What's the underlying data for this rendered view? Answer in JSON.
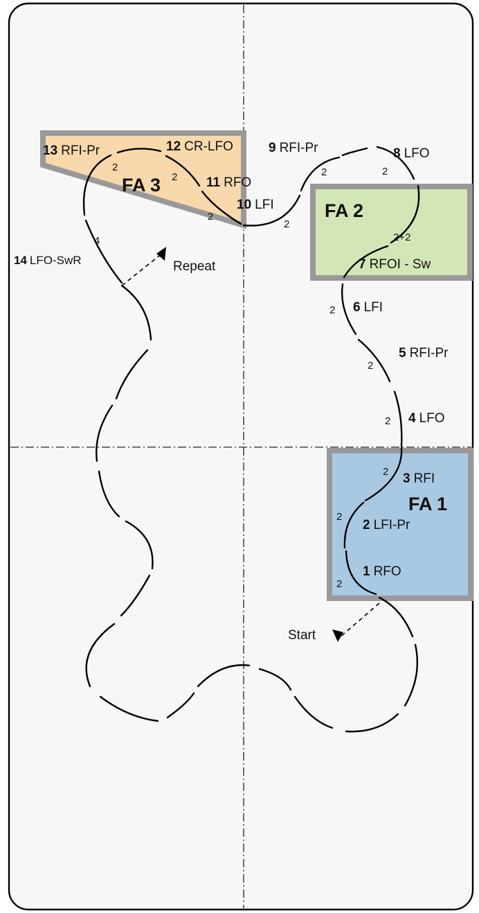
{
  "colors": {
    "rink_fill": "#f7f7f7",
    "rink_border": "#000000",
    "area_border": "#999999",
    "fa1_fill": "#a9c9e3",
    "fa2_fill": "#d5e6b6",
    "fa3_fill": "#f8d9ab"
  },
  "feature_areas": [
    {
      "label": "FA 1"
    },
    {
      "label": "FA 2"
    },
    {
      "label": "FA 3"
    }
  ],
  "steps": [
    {
      "num": "1",
      "label": "RFO"
    },
    {
      "num": "2",
      "label": "LFI-Pr"
    },
    {
      "num": "3",
      "label": "RFI"
    },
    {
      "num": "4",
      "label": "LFO"
    },
    {
      "num": "5",
      "label": "RFI-Pr"
    },
    {
      "num": "6",
      "label": "LFI"
    },
    {
      "num": "7",
      "label": "RFOI - Sw"
    },
    {
      "num": "8",
      "label": "LFO"
    },
    {
      "num": "9",
      "label": "RFI-Pr"
    },
    {
      "num": "10",
      "label": "LFI"
    },
    {
      "num": "11",
      "label": "RFO"
    },
    {
      "num": "12",
      "label": "CR-LFO"
    },
    {
      "num": "13",
      "label": "RFI-Pr"
    },
    {
      "num": "14",
      "label": "LFO-SwR"
    }
  ],
  "beats": [
    {
      "value": "2"
    },
    {
      "value": "2"
    },
    {
      "value": "2"
    },
    {
      "value": "2"
    },
    {
      "value": "2"
    },
    {
      "value": "2"
    },
    {
      "value": "2+2"
    },
    {
      "value": "2"
    },
    {
      "value": "2"
    },
    {
      "value": "2"
    },
    {
      "value": "2"
    },
    {
      "value": "2"
    },
    {
      "value": "2"
    },
    {
      "value": "4"
    }
  ],
  "markers": {
    "start": "Start",
    "repeat": "Repeat"
  }
}
